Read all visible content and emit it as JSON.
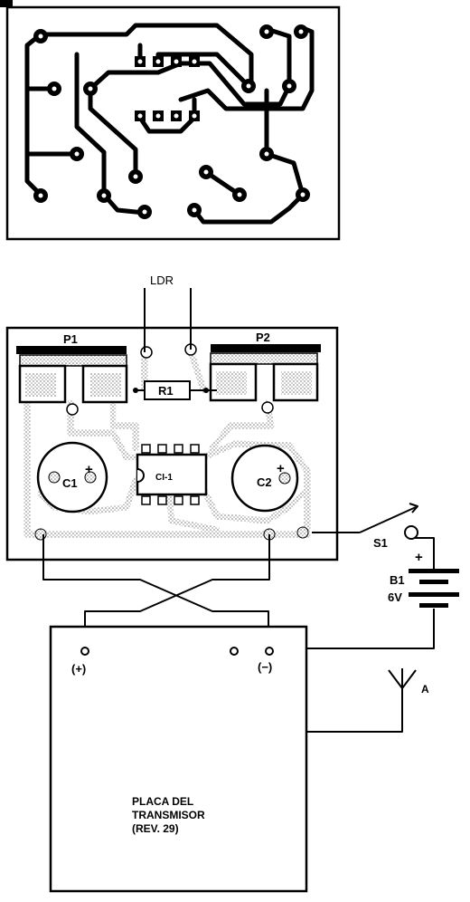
{
  "pcb_layout": {},
  "assembly": {
    "ldr_label": "LDR",
    "p1_label": "P1",
    "p2_label": "P2",
    "r1_label": "R1",
    "c1_label": "C1",
    "c2_label": "C2",
    "ic_label": "CI-1",
    "switch_label": "S1",
    "battery_label": "B1",
    "battery_voltage": "6V",
    "battery_plus": "+",
    "cap_plus": "+"
  },
  "transmitter": {
    "plus_terminal": "(+)",
    "minus_terminal": "(−)",
    "antenna_label": "A",
    "title_line1": "PLACA DEL",
    "title_line2": "TRANSMISOR",
    "title_line3": "(REV. 29)"
  }
}
